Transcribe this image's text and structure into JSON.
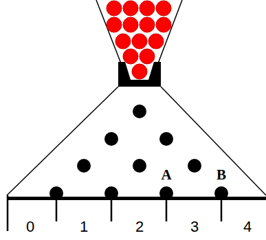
{
  "diagram": {
    "labels": [
      "A",
      "B",
      "0",
      "1",
      "2",
      "3",
      "4"
    ]
  }
}
